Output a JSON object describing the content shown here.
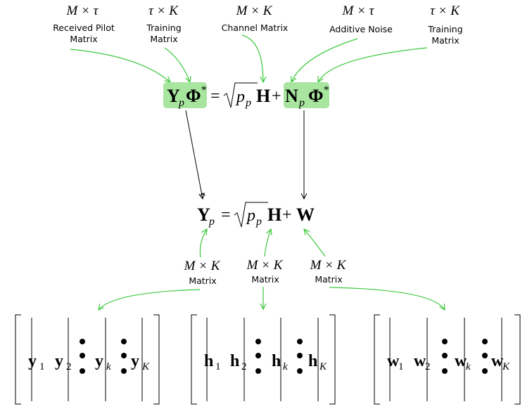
{
  "top_labels": {
    "pilot": {
      "dim": "M × τ",
      "line1": "Received Pilot",
      "line2": "Matrix"
    },
    "training1": {
      "dim": "τ × K",
      "line1": "Training",
      "line2": "Matrix"
    },
    "channel": {
      "dim": "M × K",
      "line1": "Channel Matrix"
    },
    "noise": {
      "dim": "M × τ",
      "line1": "Additive Noise"
    },
    "training2": {
      "dim": "τ × K",
      "line1": "Training",
      "line2": "Matrix"
    }
  },
  "eq1": {
    "Y": "Y",
    "p": "p",
    "Phi": "Φ",
    "star": "*",
    "eq": "=",
    "pp_p": "p",
    "pp_sub": "p",
    "H": "H",
    "plus": "+",
    "N": "N",
    "Np": "p",
    "Phi2": "Φ",
    "star2": "*"
  },
  "eq2": {
    "hat": "ˆ",
    "Y": "Y",
    "p": "p",
    "eq": "=",
    "pp_p": "p",
    "pp_sub": "p",
    "H": "H",
    "plus": "+",
    "W": "W"
  },
  "mid_labels": [
    {
      "dim": "M × K",
      "line1": "Matrix"
    },
    {
      "dim": "M × K",
      "line1": "Matrix"
    },
    {
      "dim": "M × K",
      "line1": "Matrix"
    }
  ],
  "matrices": [
    {
      "cols": [
        {
          "v": "y",
          "s": "1",
          "it": false
        },
        {
          "v": "y",
          "s": "2",
          "it": false
        },
        {
          "v": "y",
          "s": "k",
          "it": true
        },
        {
          "v": "y",
          "s": "K",
          "it": true
        }
      ]
    },
    {
      "cols": [
        {
          "v": "h",
          "s": "1",
          "it": false
        },
        {
          "v": "h",
          "s": "2",
          "it": false
        },
        {
          "v": "h",
          "s": "k",
          "it": true
        },
        {
          "v": "h",
          "s": "K",
          "it": true
        }
      ]
    },
    {
      "cols": [
        {
          "v": "w",
          "s": "1",
          "it": false
        },
        {
          "v": "w",
          "s": "2",
          "it": false
        },
        {
          "v": "w",
          "s": "k",
          "it": true
        },
        {
          "v": "w",
          "s": "K",
          "it": true
        }
      ]
    }
  ],
  "colors": {
    "highlight": "#a8e6a0",
    "arrow_green": "#3cc83c",
    "arrow_black": "#000000"
  }
}
